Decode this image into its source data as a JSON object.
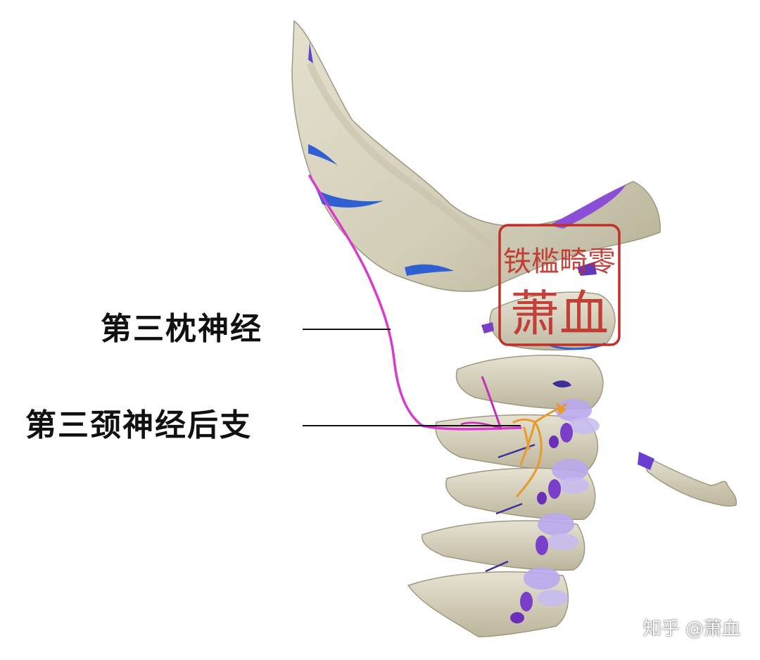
{
  "labels": {
    "third_occipital_nerve": "第三枕神经",
    "c3_dorsal_ramus": "第三颈神经后支"
  },
  "seal": {
    "line1": "铁槛畸零",
    "line2": "萧血"
  },
  "watermark": "知乎 @萧血",
  "colors": {
    "bone": "#d9d5c2",
    "bone_shadow": "#b8b29a",
    "muscle_attach_blue": "#2f5fd0",
    "muscle_attach_violet": "#8a4fd6",
    "disc_lavender": "#b9a9ec",
    "nerve_magenta": "#d83ad0",
    "nerve_orange": "#e59a2b",
    "seal_red": "#c0302a"
  }
}
